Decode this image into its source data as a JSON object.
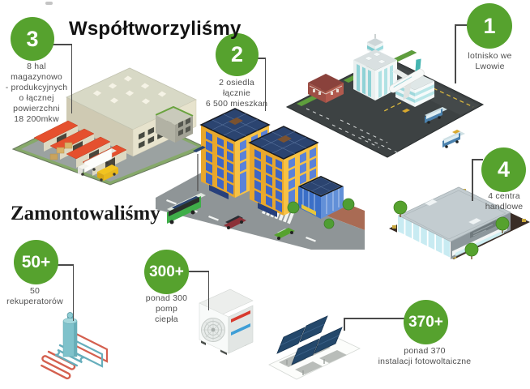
{
  "colors": {
    "accent_green": "#56a22e",
    "heading_text": "#121212",
    "label_text": "#4f4f4f",
    "connector": "#4a4a4a",
    "background": "#ffffff"
  },
  "sections": {
    "created": {
      "heading": "Współtworzyliśmy",
      "items": [
        {
          "badge": "3",
          "label": "8 hal\nmagazynowo\n- produkcyjnych\no łącznej\npowierzchni\n18 200mkw",
          "illustration": "warehouse-complex"
        },
        {
          "badge": "2",
          "label": "2 osiedla\nłącznie\n6 500 mieszkań",
          "illustration": "housing-estate"
        },
        {
          "badge": "1",
          "label": "lotnisko we\nLwowie",
          "illustration": "airport"
        },
        {
          "badge": "4",
          "label": "4 centra\nhandlowe",
          "illustration": "shopping-mall"
        }
      ]
    },
    "installed": {
      "heading": "Zamontowaliśmy",
      "items": [
        {
          "badge": "50+",
          "label": "50 rekuperatorów",
          "illustration": "recuperator-unit"
        },
        {
          "badge": "300+",
          "label": "ponad 300\npomp\nciepła",
          "illustration": "heat-pump"
        },
        {
          "badge": "370+",
          "label": "ponad 370\ninstalacji fotowoltaiczne",
          "illustration": "solar-panels"
        }
      ]
    }
  }
}
